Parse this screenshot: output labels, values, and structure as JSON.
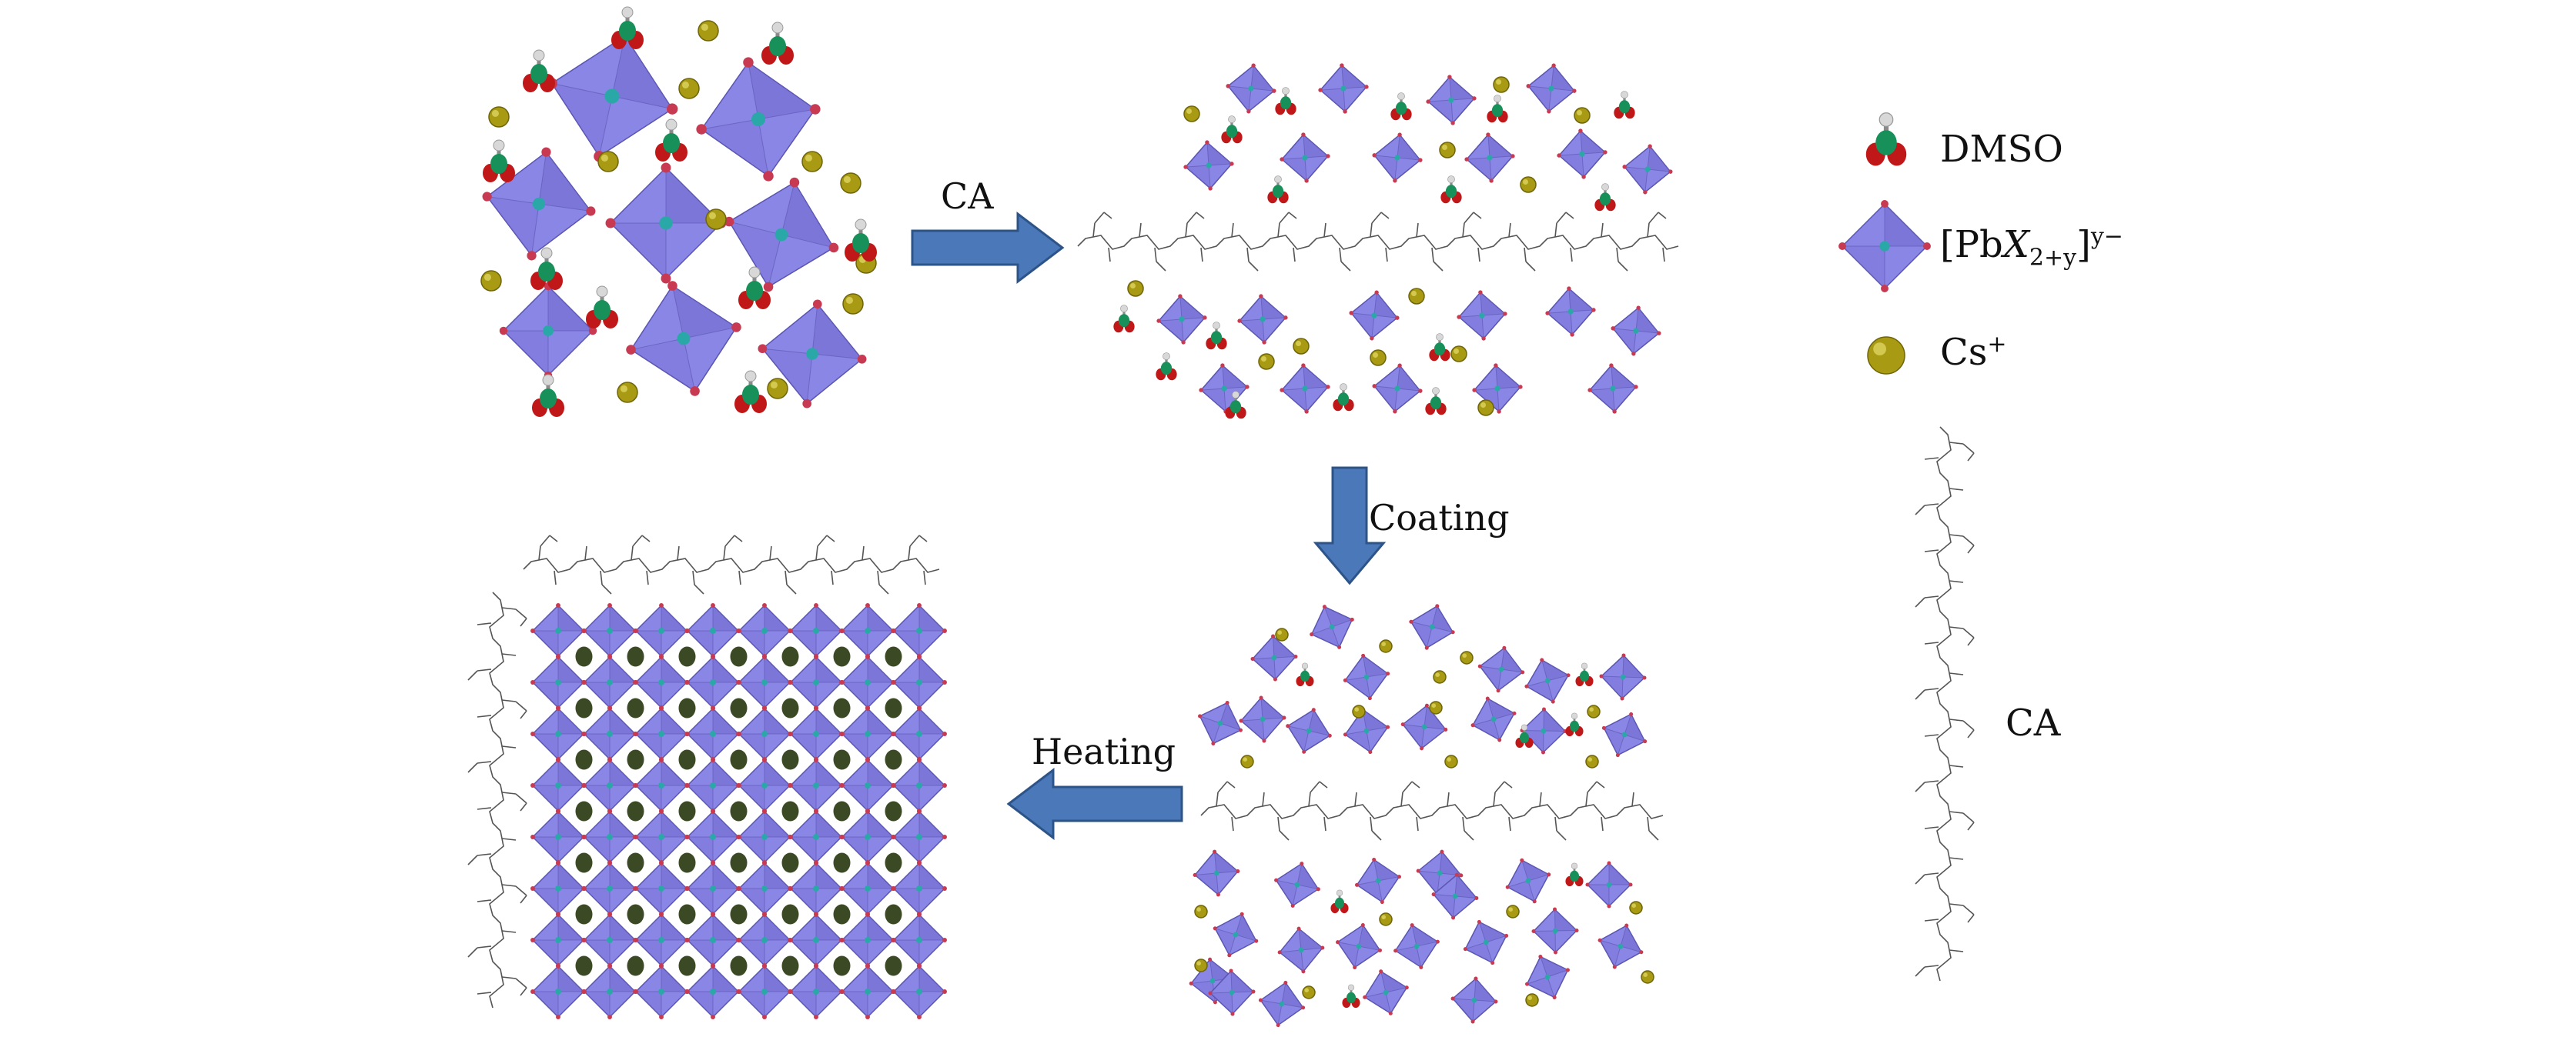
{
  "steps": {
    "step1_label": "CA",
    "step2_label": "Coating",
    "step3_label": "Heating"
  },
  "legend": {
    "dmso_label": "DMSO",
    "pbx_label_open": "[Pb",
    "pbx_label_var": "X",
    "pbx_label_sub": "2+y",
    "pbx_label_close": "]",
    "pbx_label_sup": "y−",
    "cs_label_base": "Cs",
    "cs_label_sup": "+",
    "ca_label": "CA"
  },
  "colors": {
    "octahedron_fill": "#8a86e6",
    "octahedron_dark": "#6a64c8",
    "octahedron_edge": "#5a55b0",
    "corner_atom": "#c83a52",
    "center_atom": "#2aa8a8",
    "cs_ion": "#a99a14",
    "cs_ion_dark": "#6f6508",
    "dmso_sulfur": "#18905a",
    "dmso_oxygen": "#c01818",
    "dmso_carbon": "#c8a000",
    "dmso_hydrogen": "#d8d8d8",
    "arrow_fill": "#4a78b8",
    "arrow_edge": "#2d5488",
    "chain_line": "#555555",
    "lattice_void": "#3b4a24"
  },
  "icons": {
    "octahedron": "pbx-octahedron-icon",
    "cs_ion": "cs-ion-icon",
    "dmso": "dmso-molecule-icon",
    "ca_chain": "ca-polymer-chain-icon",
    "arrow": "process-arrow-icon"
  }
}
